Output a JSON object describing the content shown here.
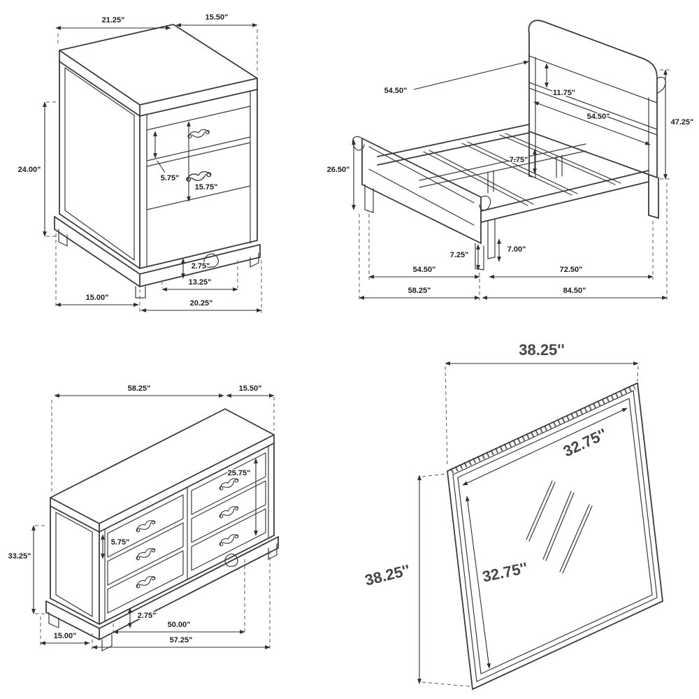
{
  "title": "furniture-dimension-diagram",
  "colors": {
    "line": "#3b3b3b",
    "dim_text": "#1c1c1c"
  },
  "panels": {
    "nightstand": {
      "dims": {
        "top_width": "21.25\"",
        "top_depth": "15.50\"",
        "height": "24.00\"",
        "drawer_height": "5.75\"",
        "drawer_bank_height": "15.75\"",
        "base_height": "2.75\"",
        "foot_span": "13.25\"",
        "bottom_depth": "15.00\"",
        "bottom_width": "20.25\""
      }
    },
    "bed": {
      "dims": {
        "headboard_top_width": "54.50\"",
        "headboard_panel": "11.75\"",
        "headboard_width": "54.50\"",
        "headboard_height": "47.25\"",
        "footboard_height": "26.50\"",
        "center_rail_height": "7.75\"",
        "footboard_leg": "7.25\"",
        "rail_leg": "7.00\"",
        "footboard_width": "54.50\"",
        "rail_length": "72.50\"",
        "overall_width": "58.25\"",
        "overall_length": "84.50\""
      }
    },
    "dresser": {
      "dims": {
        "top_width": "58.25\"",
        "top_depth": "15.50\"",
        "drawer_bank_height": "25.75\"",
        "drawer_height": "5.75\"",
        "height": "33.25\"",
        "base_height": "2.75\"",
        "drawer_span": "50.00\"",
        "bottom_depth": "15.00\"",
        "bottom_width": "57.25\""
      }
    },
    "mirror": {
      "dims": {
        "width": "38.25''",
        "inner_width": "32.75''",
        "height": "38.25''",
        "inner_height": "32.75''"
      }
    }
  }
}
